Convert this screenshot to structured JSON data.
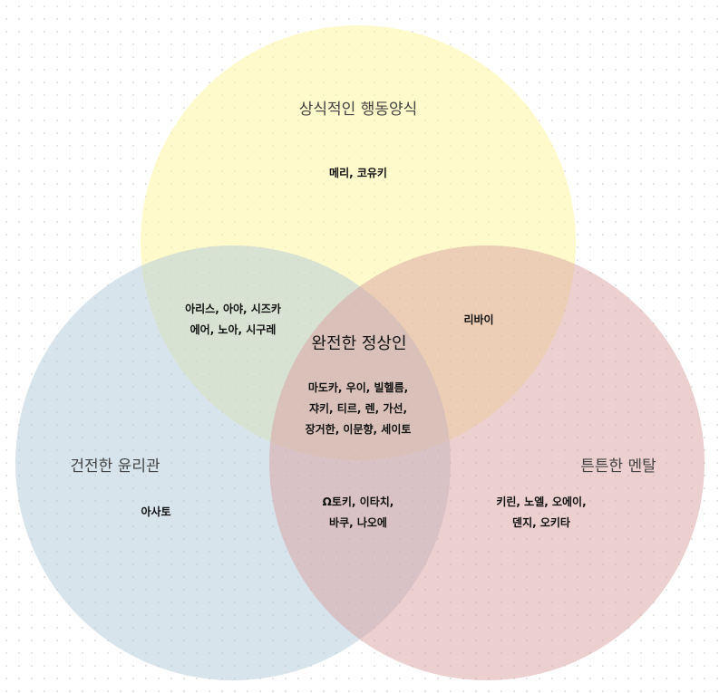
{
  "sets": [
    {
      "id": "yellow",
      "label": "상식적인 행동양식",
      "color": "#fff7b3"
    },
    {
      "id": "blue",
      "label": "건전한 윤리관",
      "color": "#c9d8e3"
    },
    {
      "id": "red",
      "label": "튼튼한 멘탈",
      "color": "#deb0b0"
    }
  ],
  "regions": {
    "yellow_only": [
      "메리, 코유키"
    ],
    "yellow_blue": [
      "아리스, 아야, 시즈카",
      "에어, 노아, 시구레"
    ],
    "yellow_red": [
      "리바이"
    ],
    "center_label": "완전한 정상인",
    "center": [
      "마도카, 우이, 빌헬름,",
      "쟈키, 티르, 렌, 가선,",
      "장거한, 이문향, 세이토"
    ],
    "blue_only": [
      "아사토"
    ],
    "blue_red": [
      "Ω토키, 이타치,",
      "바쿠, 나오에"
    ],
    "red_only": [
      "키린, 노엘, 오에이,",
      "덴지, 오키타"
    ]
  }
}
